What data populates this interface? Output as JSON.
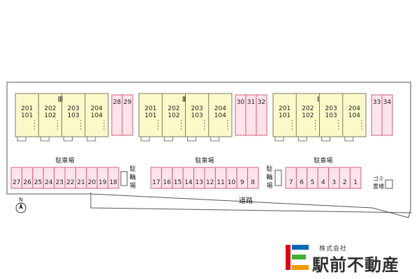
{
  "colors": {
    "building": "#fbf9c8",
    "building_stroke": "#7a7a60",
    "parking": "#fde3ea",
    "parking_stroke": "#d0607a",
    "site_stroke": "#555555",
    "logo_red": "#e60012",
    "logo_blue": "#0068b7",
    "logo_green": "#3eb034",
    "logo_orange": "#f39800"
  },
  "map": {
    "buildings": [
      {
        "roman": "Ⅲ",
        "units": [
          [
            "201",
            "101"
          ],
          [
            "202",
            "102"
          ],
          [
            "203",
            "103"
          ],
          [
            "204",
            "104"
          ]
        ]
      },
      {
        "roman": "Ⅱ",
        "units": [
          [
            "201",
            "101"
          ],
          [
            "202",
            "102"
          ],
          [
            "203",
            "103"
          ],
          [
            "204",
            "104"
          ]
        ]
      },
      {
        "roman": "Ⅰ",
        "units": [
          [
            "201",
            "101"
          ],
          [
            "202",
            "102"
          ],
          [
            "203",
            "103"
          ],
          [
            "204",
            "104"
          ]
        ]
      }
    ],
    "small_lots": [
      {
        "labels": [
          "28",
          "29"
        ]
      },
      {
        "labels": [
          "30",
          "31",
          "32"
        ]
      },
      {
        "labels": [
          "33",
          "34"
        ]
      }
    ],
    "parking_label": "駐車場",
    "parking_rows": [
      {
        "labels": [
          "27",
          "26",
          "25",
          "24",
          "23",
          "22",
          "21",
          "20",
          "19",
          "18"
        ]
      },
      {
        "labels": [
          "17",
          "16",
          "15",
          "14",
          "13",
          "12",
          "11",
          "10",
          "9",
          "8"
        ]
      },
      {
        "labels": [
          "7",
          "6",
          "5",
          "4",
          "3",
          "2",
          "1"
        ]
      }
    ],
    "bike_parking_chars": [
      "駐",
      "輪",
      "場"
    ],
    "garbage_chars": [
      "ゴ",
      "ミ",
      "置",
      "場"
    ],
    "road_label": "道路",
    "north_label": "N"
  },
  "brand": {
    "subtitle": "株式会社",
    "name": "駅前不動産"
  }
}
